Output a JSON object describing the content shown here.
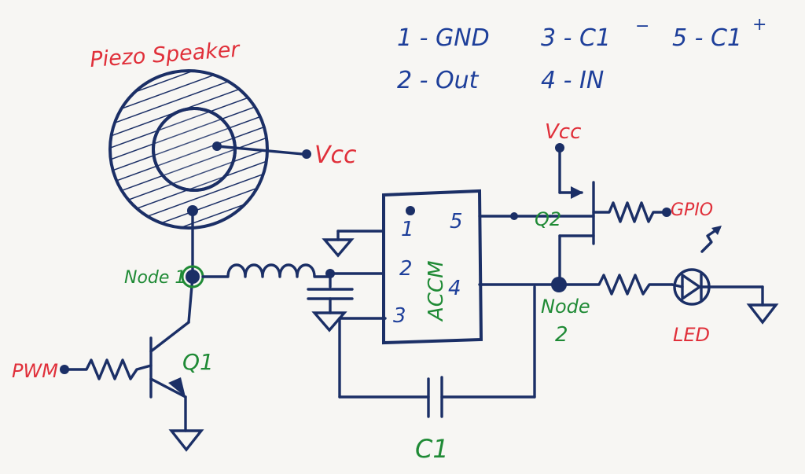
{
  "colors": {
    "ink": "#1b2f66",
    "blue": "#1e3f9a",
    "red": "#e0303a",
    "green": "#1f8a35",
    "paper": "#f7f6f3"
  },
  "pin_legend": {
    "pin1": "1 - GND",
    "pin2": "2 - Out",
    "pin3": "3 - C1",
    "pin3_sup": "−",
    "pin4": "4 - IN",
    "pin5": "5 - C1",
    "pin5_sup": "+"
  },
  "labels": {
    "piezo": "Piezo Speaker",
    "vcc_piezo": "Vcc",
    "vcc_top": "Vcc",
    "gpio": "GPIO",
    "led": "LED",
    "pwm": "PWM",
    "q1": "Q1",
    "q2": "Q2",
    "node1": "Node 1",
    "node2_a": "Node",
    "node2_b": "2",
    "c1": "C1",
    "ic": "ACCM"
  },
  "ic_pins": [
    "1",
    "2",
    "3",
    "4",
    "5"
  ]
}
